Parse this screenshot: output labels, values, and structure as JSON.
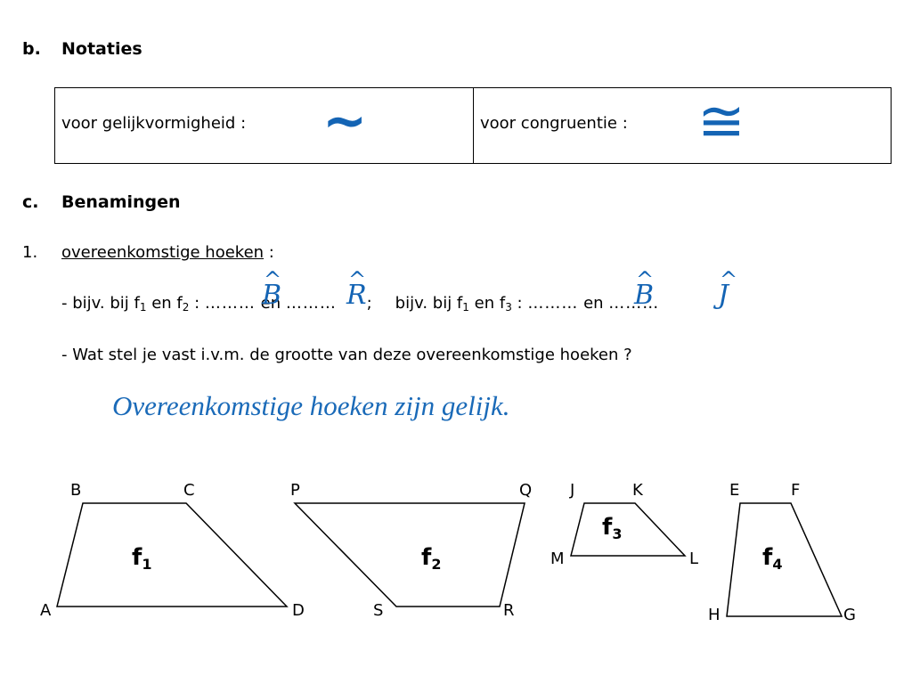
{
  "section_b": {
    "marker": "b.",
    "title": "Notaties"
  },
  "table": {
    "similarity_label": "voor gelijkvormigheid :",
    "similarity_symbol": "~",
    "congruence_label": "voor congruentie :",
    "congruence_symbol": "≅"
  },
  "section_c": {
    "marker": "c.",
    "title": "Benamingen"
  },
  "item1": {
    "number": "1.",
    "title": "overeenkomstige hoeken",
    "colon": ":",
    "line1": {
      "prefix": "- bijv. bij f",
      "sub1": "1",
      "mid1": " en f",
      "sub2": "2",
      "mid2": " : ",
      "dots1": "………",
      "en1": " en ",
      "dots2": "………",
      "sep": ";",
      "prefix2": "bijv. bij f",
      "sub3": "1",
      "mid3": " en f",
      "sub4": "3",
      "mid4": " : ",
      "dots3": "………",
      "en2": " en ",
      "dots4": "………",
      "answers": [
        "B",
        "R",
        "B",
        "J"
      ],
      "hat": "^"
    },
    "question": "- Wat stel je vast i.v.m. de grootte van deze overeenkomstige hoeken ?",
    "answer": "Overeenkomstige hoeken zijn gelijk."
  },
  "figures": {
    "f1": {
      "label": "f",
      "sub": "1",
      "vertices": [
        "A",
        "B",
        "C",
        "D"
      ]
    },
    "f2": {
      "label": "f",
      "sub": "2",
      "vertices": [
        "P",
        "Q",
        "R",
        "S"
      ]
    },
    "f3": {
      "label": "f",
      "sub": "3",
      "vertices": [
        "J",
        "K",
        "L",
        "M"
      ]
    },
    "f4": {
      "label": "f",
      "sub": "4",
      "vertices": [
        "E",
        "F",
        "G",
        "H"
      ]
    }
  }
}
